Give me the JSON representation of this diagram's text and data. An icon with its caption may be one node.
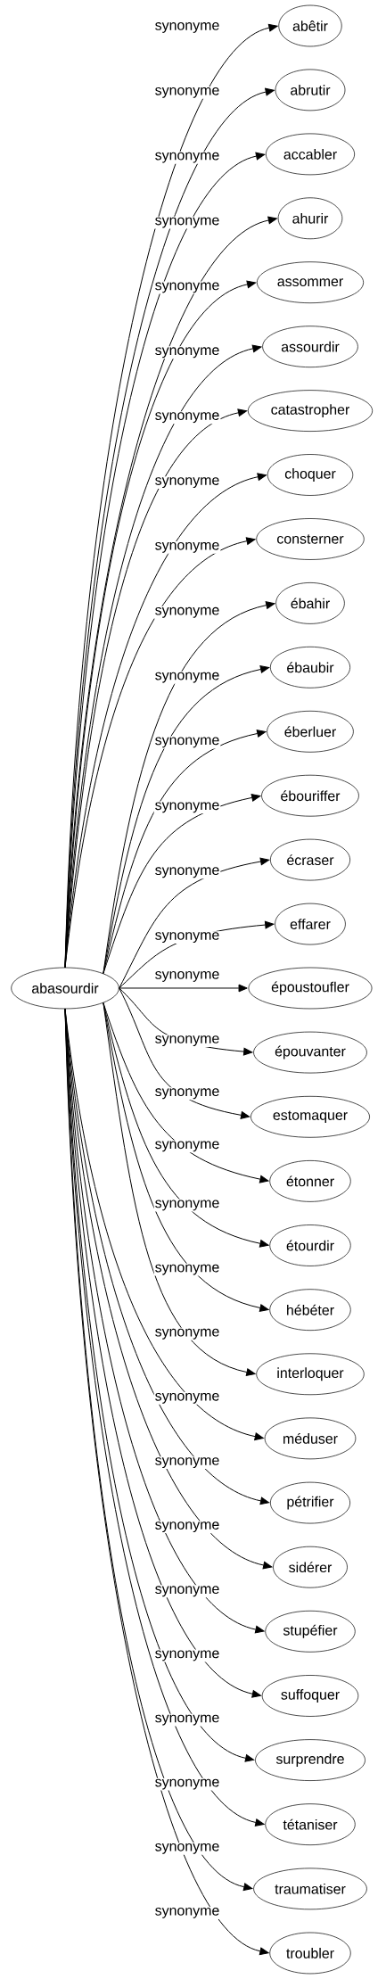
{
  "diagram": {
    "nodes": [
      {
        "text": [
          "abasourdir"
        ]
      },
      {
        "text": [
          "abêtir"
        ]
      },
      {
        "text": [
          "abrutir"
        ]
      },
      {
        "text": [
          "accabler"
        ]
      },
      {
        "text": [
          "ahurir"
        ]
      },
      {
        "text": [
          "assommer"
        ]
      },
      {
        "text": [
          "assourdir"
        ]
      },
      {
        "text": [
          "catastropher"
        ]
      },
      {
        "text": [
          "choquer"
        ]
      },
      {
        "text": [
          "consterner"
        ]
      },
      {
        "text": [
          "ébahir"
        ]
      },
      {
        "text": [
          "ébaubir"
        ]
      },
      {
        "text": [
          "éberluer"
        ]
      },
      {
        "text": [
          "ébouriffer"
        ]
      },
      {
        "text": [
          "écraser"
        ]
      },
      {
        "text": [
          "effarer"
        ]
      },
      {
        "text": [
          "époustoufler"
        ]
      },
      {
        "text": [
          "épouvanter"
        ]
      },
      {
        "text": [
          "estomaquer"
        ]
      },
      {
        "text": [
          "étonner"
        ]
      },
      {
        "text": [
          "étourdir"
        ]
      },
      {
        "text": [
          "hébéter"
        ]
      },
      {
        "text": [
          "interloquer"
        ]
      },
      {
        "text": [
          "méduser"
        ]
      },
      {
        "text": [
          "pétrifier"
        ]
      },
      {
        "text": [
          "sidérer"
        ]
      },
      {
        "text": [
          "stupéfier"
        ]
      },
      {
        "text": [
          "suffoquer"
        ]
      },
      {
        "text": [
          "surprendre"
        ]
      },
      {
        "text": [
          "tétaniser"
        ]
      },
      {
        "text": [
          "traumatiser"
        ]
      },
      {
        "text": [
          "troubler"
        ]
      }
    ],
    "edges": [
      {
        "from": 0,
        "to": 1,
        "arrow": "to",
        "label": "synonyme"
      },
      {
        "from": 0,
        "to": 2,
        "arrow": "to",
        "label": "synonyme"
      },
      {
        "from": 0,
        "to": 3,
        "arrow": "to",
        "label": "synonyme"
      },
      {
        "from": 0,
        "to": 4,
        "arrow": "to",
        "label": "synonyme"
      },
      {
        "from": 0,
        "to": 5,
        "arrow": "to",
        "label": "synonyme"
      },
      {
        "from": 0,
        "to": 6,
        "arrow": "to",
        "label": "synonyme"
      },
      {
        "from": 0,
        "to": 7,
        "arrow": "to",
        "label": "synonyme"
      },
      {
        "from": 0,
        "to": 8,
        "arrow": "to",
        "label": "synonyme"
      },
      {
        "from": 0,
        "to": 9,
        "arrow": "to",
        "label": "synonyme"
      },
      {
        "from": 0,
        "to": 10,
        "arrow": "to",
        "label": "synonyme"
      },
      {
        "from": 0,
        "to": 11,
        "arrow": "to",
        "label": "synonyme"
      },
      {
        "from": 0,
        "to": 12,
        "arrow": "to",
        "label": "synonyme"
      },
      {
        "from": 0,
        "to": 13,
        "arrow": "to",
        "label": "synonyme"
      },
      {
        "from": 0,
        "to": 14,
        "arrow": "to",
        "label": "synonyme"
      },
      {
        "from": 0,
        "to": 15,
        "arrow": "to",
        "label": "synonyme"
      },
      {
        "from": 0,
        "to": 16,
        "arrow": "to",
        "label": "synonyme"
      },
      {
        "from": 0,
        "to": 17,
        "arrow": "to",
        "label": "synonyme"
      },
      {
        "from": 0,
        "to": 18,
        "arrow": "to",
        "label": "synonyme"
      },
      {
        "from": 0,
        "to": 19,
        "arrow": "to",
        "label": "synonyme"
      },
      {
        "from": 0,
        "to": 20,
        "arrow": "to",
        "label": "synonyme"
      },
      {
        "from": 0,
        "to": 21,
        "arrow": "to",
        "label": "synonyme"
      },
      {
        "from": 0,
        "to": 22,
        "arrow": "to",
        "label": "synonyme"
      },
      {
        "from": 0,
        "to": 23,
        "arrow": "to",
        "label": "synonyme"
      },
      {
        "from": 0,
        "to": 24,
        "arrow": "to",
        "label": "synonyme"
      },
      {
        "from": 0,
        "to": 25,
        "arrow": "to",
        "label": "synonyme"
      },
      {
        "from": 0,
        "to": 26,
        "arrow": "to",
        "label": "synonyme"
      },
      {
        "from": 0,
        "to": 27,
        "arrow": "to",
        "label": "synonyme"
      },
      {
        "from": 0,
        "to": 28,
        "arrow": "to",
        "label": "synonyme"
      },
      {
        "from": 0,
        "to": 29,
        "arrow": "to",
        "label": "synonyme"
      },
      {
        "from": 0,
        "to": 30,
        "arrow": "to",
        "label": "synonyme"
      },
      {
        "from": 0,
        "to": 31,
        "arrow": "to",
        "label": "synonyme"
      }
    ]
  }
}
